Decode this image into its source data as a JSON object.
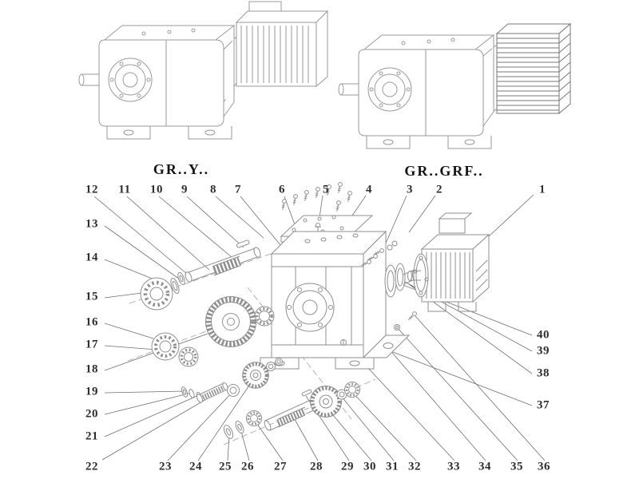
{
  "models": [
    {
      "label": "GR..Y.."
    },
    {
      "label": "GR..GRF.."
    }
  ],
  "callouts": [
    {
      "n": "1"
    },
    {
      "n": "2"
    },
    {
      "n": "3"
    },
    {
      "n": "4"
    },
    {
      "n": "5"
    },
    {
      "n": "6"
    },
    {
      "n": "7"
    },
    {
      "n": "8"
    },
    {
      "n": "9"
    },
    {
      "n": "10"
    },
    {
      "n": "11"
    },
    {
      "n": "12"
    },
    {
      "n": "13"
    },
    {
      "n": "14"
    },
    {
      "n": "15"
    },
    {
      "n": "16"
    },
    {
      "n": "17"
    },
    {
      "n": "18"
    },
    {
      "n": "19"
    },
    {
      "n": "20"
    },
    {
      "n": "21"
    },
    {
      "n": "22"
    },
    {
      "n": "23"
    },
    {
      "n": "24"
    },
    {
      "n": "25"
    },
    {
      "n": "26"
    },
    {
      "n": "27"
    },
    {
      "n": "28"
    },
    {
      "n": "29"
    },
    {
      "n": "30"
    },
    {
      "n": "31"
    },
    {
      "n": "32"
    },
    {
      "n": "33"
    },
    {
      "n": "34"
    },
    {
      "n": "35"
    },
    {
      "n": "36"
    },
    {
      "n": "37"
    },
    {
      "n": "38"
    },
    {
      "n": "39"
    },
    {
      "n": "40"
    }
  ],
  "style": {
    "line_color": "#8f8f8f",
    "dark_line_color": "#666666",
    "text_color": "#2e2e2e",
    "background": "#ffffff"
  }
}
